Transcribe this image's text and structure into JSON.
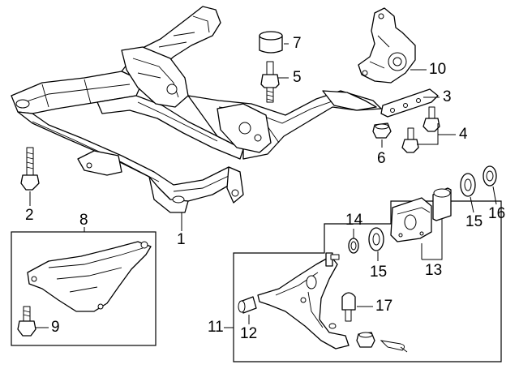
{
  "callouts": {
    "c1": "1",
    "c2": "2",
    "c3": "3",
    "c4": "4",
    "c5": "5",
    "c6": "6",
    "c7": "7",
    "c8": "8",
    "c9": "9",
    "c10": "10",
    "c11": "11",
    "c12": "12",
    "c13": "13",
    "c14": "14",
    "c15a": "15",
    "c15b": "15",
    "c16": "16",
    "c17": "17"
  }
}
